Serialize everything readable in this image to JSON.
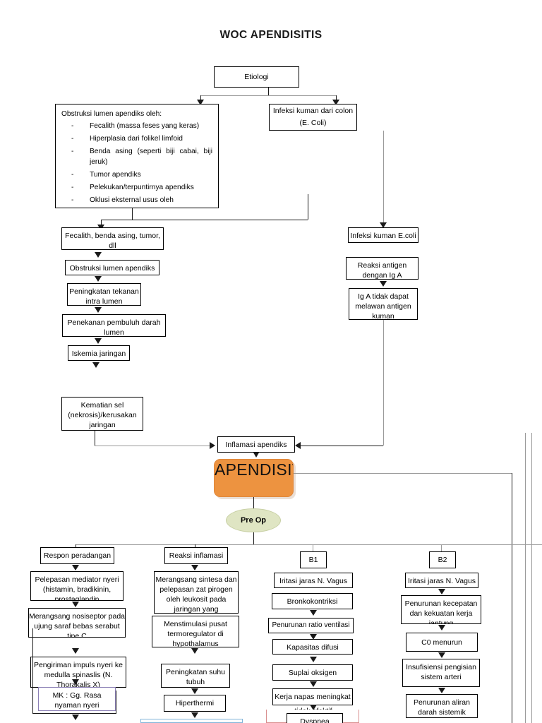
{
  "title": "WOC APENDISITIS",
  "colors": {
    "apendisitis_fill": "#ED9340",
    "preop_fill": "#DFE5C3",
    "box_border": "#000000",
    "connector": "#4a4a4a",
    "mk_nyeri_border": "#8b7fb5",
    "dyspnea_border": "#d98f8f",
    "cyan_border": "#7fb4d9"
  },
  "nodes": {
    "etiologi": "Etiologi",
    "obstruksi_lead": "Obstruksi lumen apendiks oleh:",
    "obstruksi_items": [
      "Fecalith (massa feses yang keras)",
      "Hiperplasia dari folikel limfoid",
      "Benda asing (seperti biji cabai, biji jeruk)",
      "Tumor apendiks",
      "Pelekukan/terpuntirnya apendiks",
      "Oklusi eksternal usus oleh"
    ],
    "infeksi_kuman_colon": "Infeksi kuman dari colon (E. Coli)",
    "fecalith_benda": "Fecalith, benda asing, tumor, dll",
    "obstruksi_lumen": "Obstruksi lumen apendiks",
    "peningkatan_tekanan": "Peningkatan tekanan intra lumen",
    "penekanan_pembuluh": "Penekanan pembuluh darah lumen",
    "iskemia": "Iskemia jaringan",
    "infeksi_kuman_ecoli": "Infeksi kuman E.coli",
    "reaksi_antigen": "Reaksi antigen dengan Ig A",
    "iga_tidak_dapat": "Ig A tidak dapat melawan antigen kuman",
    "kematian_sel": "Kematian sel (nekrosis)/kerusakan jaringan",
    "inflamasi_apendiks": "Inflamasi apendiks",
    "apendisitis": "APENDISITIS",
    "pre_op": "Pre Op"
  },
  "columns": [
    {
      "header": "Respon peradangan",
      "items": [
        "Pelepasan mediator nyeri (histamin, bradikinin, prostaglandin",
        "Merangsang nosiseptor pada ujung saraf bebas serabut tipe C",
        "Pengiriman impuls nyeri ke medulla spinaslis (N. Thorakalis X)",
        "MK : Gg. Rasa nyaman nyeri"
      ]
    },
    {
      "header": "Reaksi inflamasi",
      "items": [
        "Merangsang sintesa dan pelepasan zat pirogen oleh leukosit pada jaringan yang",
        "Menstimulasi pusat termoregulator di hypothalamus",
        "Peningkatan suhu tubuh",
        "Hiperthermi"
      ]
    },
    {
      "header": "B1",
      "items": [
        "Iritasi jaras N. Vagus",
        "Bronkokontriksi",
        "Penurunan ratio ventilasi",
        "Kapasitas difusi menurun",
        "Suplai oksigen",
        "Kerja napas meningkat",
        "tidak efektif",
        "Dyspnea"
      ]
    },
    {
      "header": "B2",
      "items": [
        "Iritasi jaras N. Vagus",
        "Penurunan kecepatan dan kekuatan kerja jantung",
        "C0 menurun",
        "Insufisiensi pengisian sistem arteri",
        "Penurunan aliran darah sistemik"
      ]
    }
  ]
}
